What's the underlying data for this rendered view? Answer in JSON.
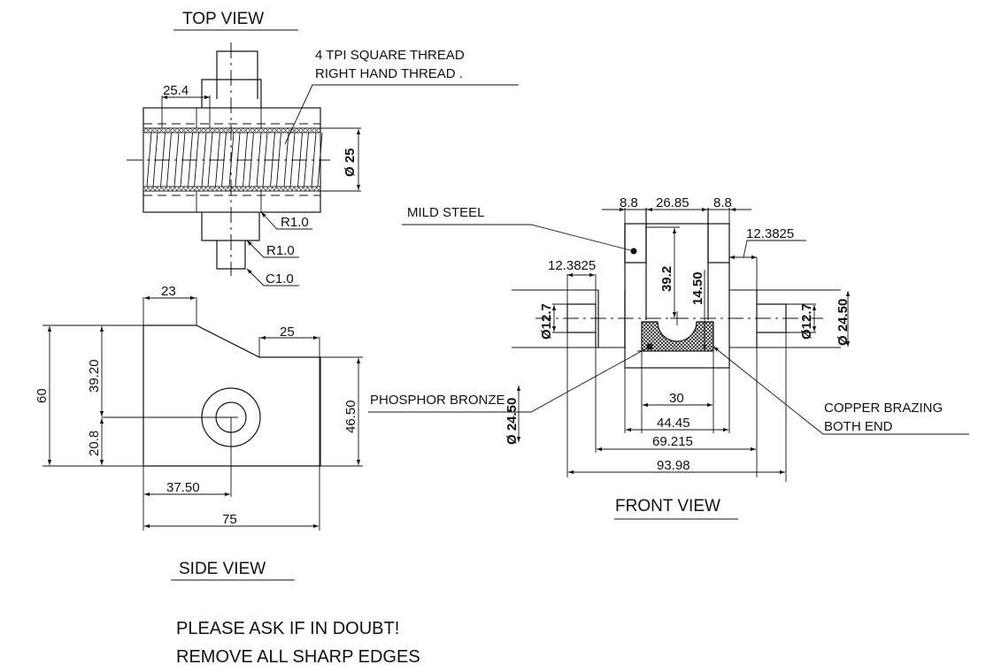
{
  "titles": {
    "top_view": "TOP VIEW",
    "side_view": "SIDE VIEW",
    "front_view": "FRONT VIEW"
  },
  "notes": {
    "thread_line1": "4 TPI SQUARE THREAD",
    "thread_line2": "RIGHT HAND THREAD .",
    "mild_steel": "MILD STEEL",
    "phosphor_bronze": "PHOSPHOR BRONZE",
    "copper_line1": "COPPER BRAZING",
    "copper_line2": "BOTH END",
    "footer_line1": "PLEASE ASK IF IN DOUBT!",
    "footer_line2": "REMOVE ALL SHARP EDGES"
  },
  "top_view": {
    "dim_25_4": "25.4",
    "dia_25": "Ø 25",
    "r1": "R1.0",
    "r2": "R1.0",
    "c1": "C1.0"
  },
  "side_view": {
    "dim_23": "23",
    "dim_25": "25",
    "dim_60": "60",
    "dim_39_20": "39.20",
    "dim_20_8": "20.8",
    "dim_46_50": "46.50",
    "dim_37_50": "37.50",
    "dim_75": "75"
  },
  "front_view": {
    "dim_8_8_left": "8.8",
    "dim_26_85": "26.85",
    "dim_8_8_right": "8.8",
    "dim_12_3825_right": "12.3825",
    "dim_12_3825_left": "12.3825",
    "dim_39_2": "39.2",
    "dim_14_50": "14.50",
    "dia_12_7_left": "Ø12.7",
    "dia_12_7_right": "Ø12.7",
    "dia_24_50_right": "Ø 24.50",
    "dia_24_50_left": "Ø 24.50",
    "dim_30": "30",
    "dim_44_45": "44.45",
    "dim_69_215": "69.215",
    "dim_93_98": "93.98"
  }
}
